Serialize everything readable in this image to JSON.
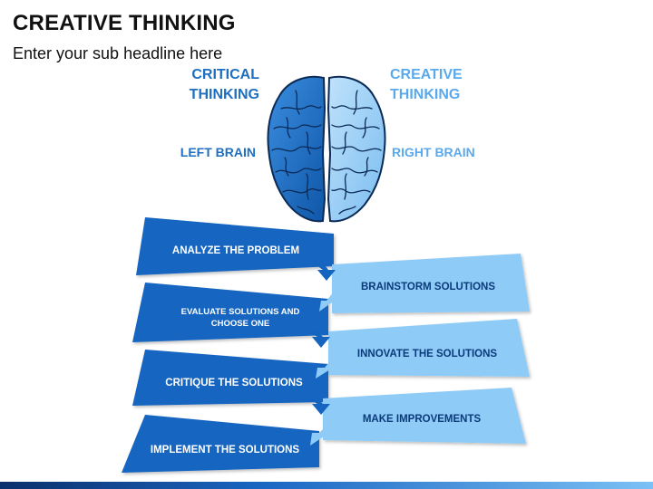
{
  "header": {
    "title": "CREATIVE THINKING",
    "subtitle": "Enter your sub headline here"
  },
  "brain": {
    "left_heading": "CRITICAL THINKING",
    "right_heading": "CREATIVE THINKING",
    "left_label": "LEFT BRAIN",
    "right_label": "RIGHT BRAIN",
    "colors": {
      "left": "#1f6fc1",
      "right": "#8cc8f5",
      "outline": "#0b2a55"
    }
  },
  "steps": [
    {
      "label": "ANALYZE THE PROBLEM",
      "side": "left"
    },
    {
      "label": "BRAINSTORM SOLUTIONS",
      "side": "right"
    },
    {
      "label": "EVALUATE SOLUTIONS AND CHOOSE ONE",
      "side": "left"
    },
    {
      "label": "INNOVATE THE SOLUTIONS",
      "side": "right"
    },
    {
      "label": "CRITIQUE THE SOLUTIONS",
      "side": "left"
    },
    {
      "label": "MAKE IMPROVEMENTS",
      "side": "right"
    },
    {
      "label": "IMPLEMENT THE SOLUTIONS",
      "side": "left"
    }
  ],
  "colors": {
    "dark_box": "#1565c0",
    "light_box": "#8ecbf7",
    "accent": "#1f6fc1"
  }
}
